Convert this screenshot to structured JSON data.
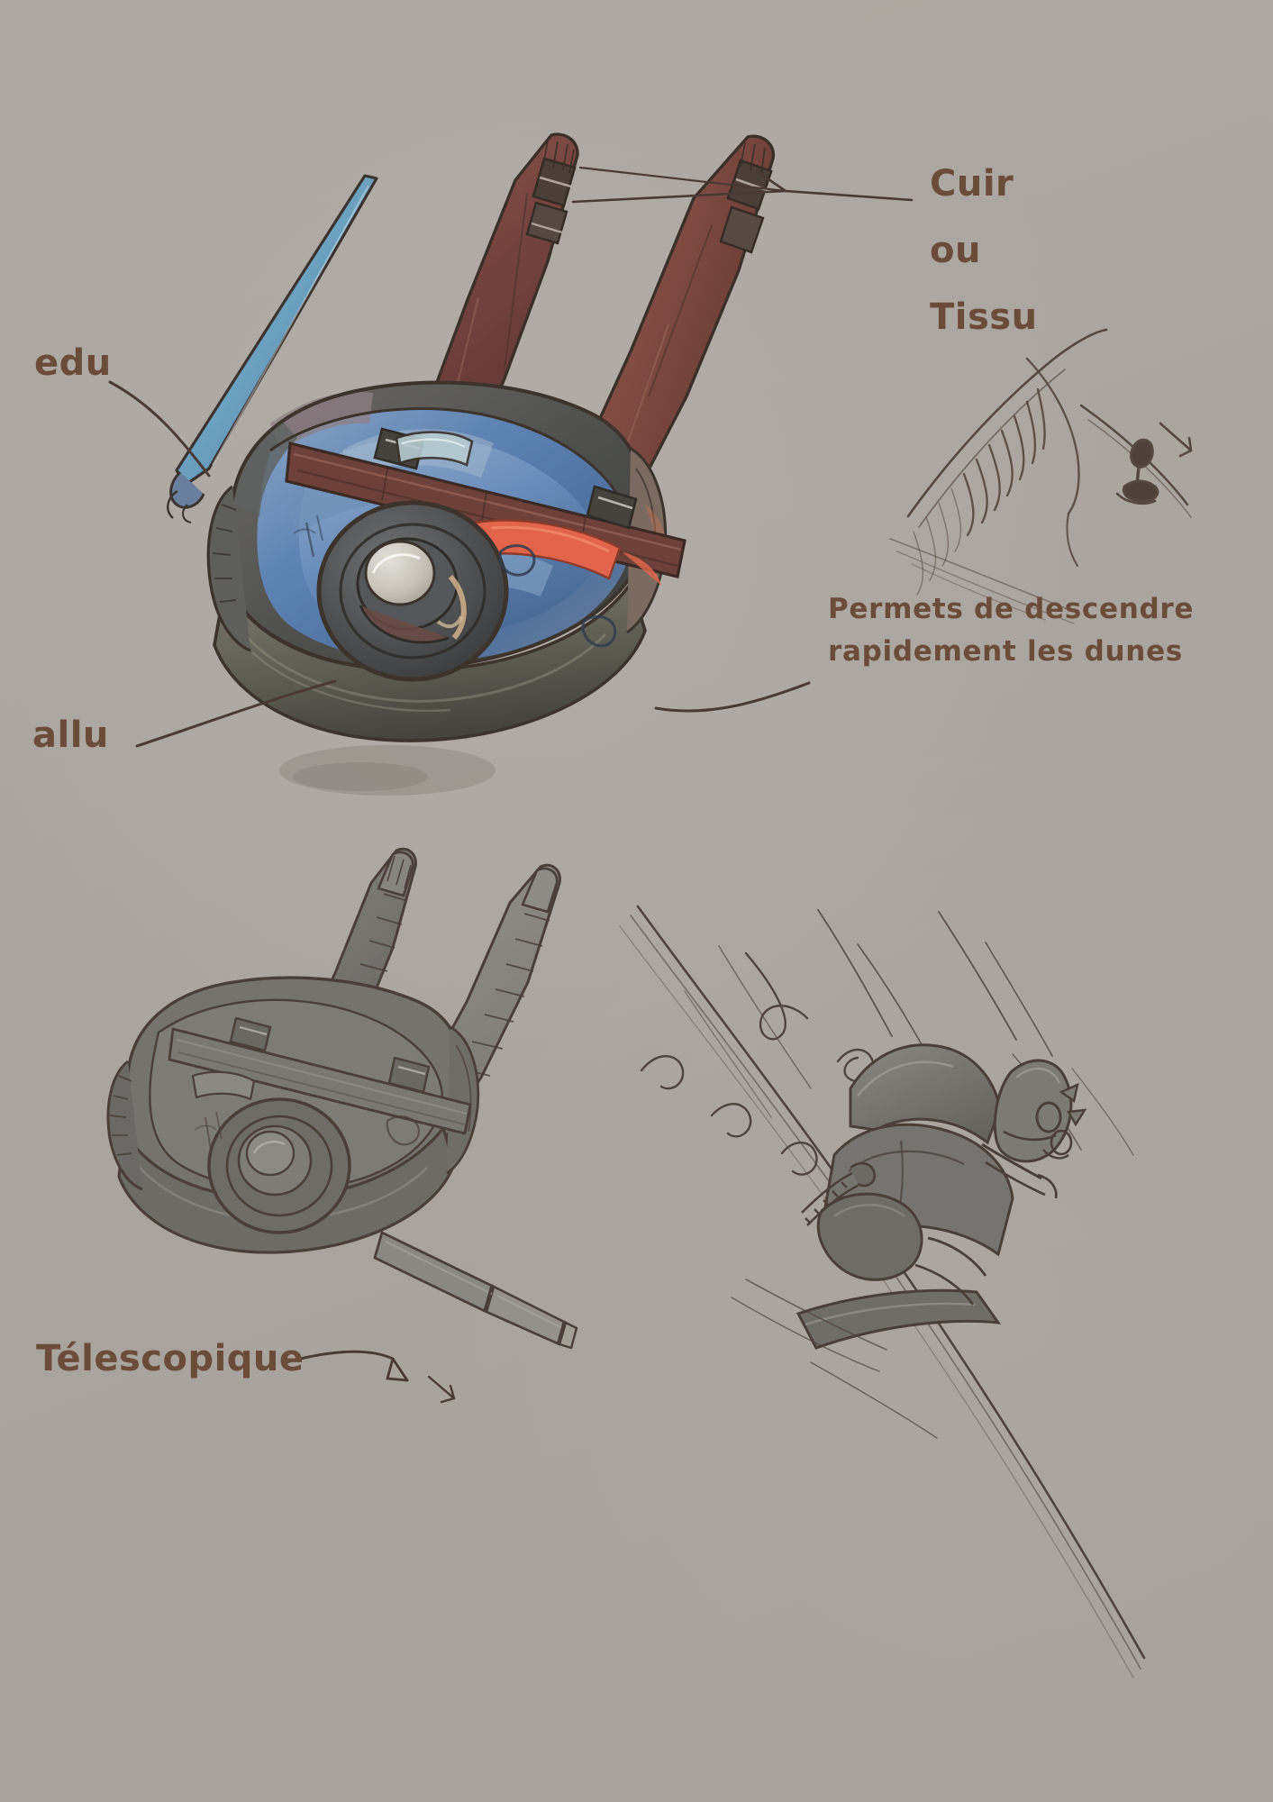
{
  "artwork": {
    "kind": "concept-art-sketch",
    "subject": "sand-sled-backpack-device",
    "language": "fr",
    "background_color": "#aaa59e",
    "ink_color": "#4a3a33",
    "annotation_color": "#6b4c3b"
  },
  "annotations": {
    "edu": "edu",
    "allu": "allu",
    "cuir": "Cuir",
    "ou": "ou",
    "tissu": "Tissu",
    "dunes_line1": "Permets de descendre",
    "dunes_line2": "rapidement les dunes",
    "telescopique": "Télescopique"
  },
  "panels": {
    "color_device": {
      "name": "Painted sled device with two leather handle straps and one blue blade",
      "palette": {
        "body_blue": "#5a7fae",
        "body_blue_light": "#7fa0c4",
        "body_dark": "#4a4f50",
        "strap_leather": "#7c4a44",
        "accent_orange": "#e2644a",
        "blade_blue": "#6fa8c4",
        "hub_gray": "#56585a",
        "hub_highlight": "#cdc9c2"
      }
    },
    "gray_device": {
      "name": "Greyscale restate of the same device with telescopic rod extended"
    },
    "dune_thumb": {
      "name": "Loose pencil thumbnail: rider descending a dune slope with direction arrow"
    },
    "rider_sketch": {
      "name": "Greyscale sketch of hooded masked rider sandboarding downhill with speed lines"
    }
  },
  "markers": {
    "leader_lines": 4,
    "arrows": 3
  }
}
